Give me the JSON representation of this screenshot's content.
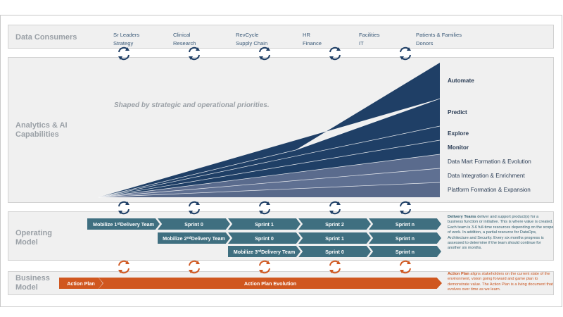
{
  "consumers": {
    "label": "Data Consumers",
    "items": [
      {
        "line1": "Sr Leaders",
        "line2": "Strategy"
      },
      {
        "line1": "Clinical",
        "line2": "Research"
      },
      {
        "line1": "RevCycle",
        "line2": "Supply Chain"
      },
      {
        "line1": "HR",
        "line2": "Finance"
      },
      {
        "line1": "Facilities",
        "line2": "IT"
      },
      {
        "line1": "Patients & Families",
        "line2": "Donors"
      }
    ]
  },
  "analytics": {
    "label_line1": "Analytics & AI",
    "label_line2": "Capabilities",
    "tagline": "Shaped by strategic and operational priorities.",
    "capabilities": [
      "Automate",
      "Predict",
      "Explore",
      "Monitor",
      "Data Mart Formation & Evolution",
      "Data Integration & Enrichment",
      "Platform Formation & Expansion"
    ]
  },
  "operating": {
    "label_line1": "Operating",
    "label_line2": "Model",
    "row1": {
      "mobilize": "Mobilize 1",
      "sup": "st",
      "rest": " Delivery Team",
      "sprints": [
        "Sprint 0",
        "Sprint 1",
        "Sprint 2",
        "Sprint n"
      ]
    },
    "row2": {
      "mobilize": "Mobilize 2",
      "sup": "nd",
      "rest": " Delivery Team",
      "sprints": [
        "Sprint 0",
        "Sprint 1",
        "Sprint n"
      ]
    },
    "row3": {
      "mobilize": "Mobilize 3",
      "sup": "rd",
      "rest": " Delivery Team",
      "sprints": [
        "Sprint 0",
        "Sprint n"
      ]
    },
    "desc_title": "Delivery Teams",
    "desc_body": " deliver and support product(s) for a business function or initiative. This is where value is created. Each team is 3-6 full-time resources depending on the scope of work. In addition, a partial resource for DataOps, Architecture and Security. Every six months progress is assessed to determine if the team should continue for another six months."
  },
  "business": {
    "label_line1": "Business",
    "label_line2": "Model",
    "action_plan": "Action Plan",
    "evolution": "Action Plan Evolution",
    "desc_title": "Action Plan",
    "desc_body": " aligns stakeholders on the current state of the environment, vision going forward and game plan to demonstrate value. The Action Plan is a living document that evolves over time as we learn."
  },
  "colors": {
    "navy": "#1f3f66",
    "slate": "#5a6a8a",
    "teal": "#3f6f80",
    "orange": "#d0571f",
    "band": "#f0f0f0"
  }
}
